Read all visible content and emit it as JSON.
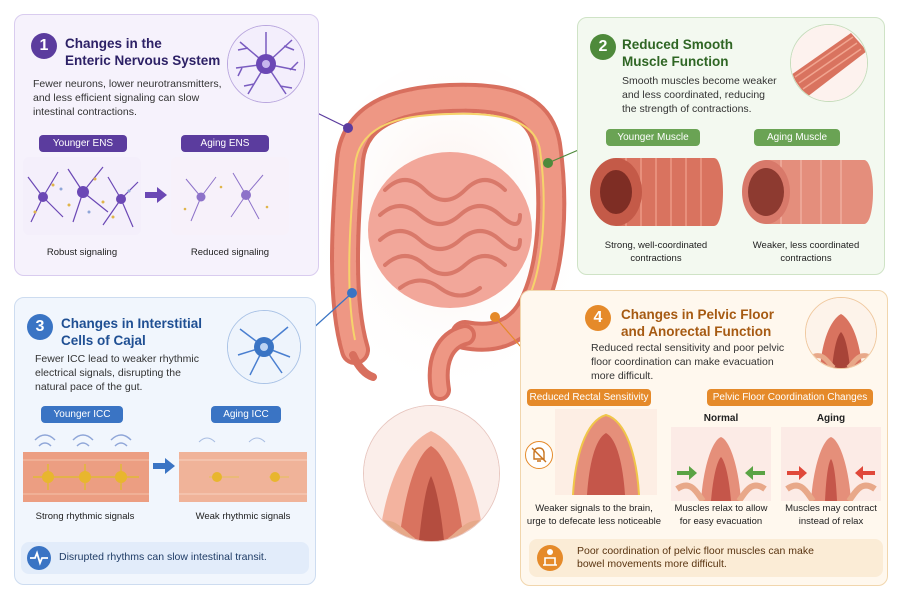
{
  "panel1": {
    "number": "1",
    "title_line1": "Changes in the",
    "title_line2": "Enteric Nervous System",
    "desc_line1": "Fewer neurons, lower neurotransmitters,",
    "desc_line2": "and less efficient signaling can slow",
    "desc_line3": "intestinal contractions.",
    "left_label": "Younger ENS",
    "right_label": "Aging ENS",
    "left_caption": "Robust signaling",
    "right_caption": "Reduced signaling",
    "accent": "#5b3c9e"
  },
  "panel2": {
    "number": "2",
    "title_line1": "Reduced Smooth",
    "title_line2": "Muscle Function",
    "desc_line1": "Smooth muscles become weaker",
    "desc_line2": "and less coordinated, reducing",
    "desc_line3": "the strength of contractions.",
    "left_label": "Younger Muscle",
    "right_label": "Aging Muscle",
    "left_caption_line1": "Strong, well-coordinated",
    "left_caption_line2": "contractions",
    "right_caption_line1": "Weaker, less coordinated",
    "right_caption_line2": "contractions",
    "accent": "#4e8a3b"
  },
  "panel3": {
    "number": "3",
    "title_line1": "Changes in Interstitial",
    "title_line2": "Cells of Cajal",
    "desc_line1": "Fewer ICC lead to weaker rhythmic",
    "desc_line2": "electrical signals, disrupting the",
    "desc_line3": "natural pace of the gut.",
    "left_label": "Younger ICC",
    "right_label": "Aging ICC",
    "left_caption": "Strong rhythmic signals",
    "right_caption": "Weak rhythmic signals",
    "footer": "Disrupted rhythms can slow intestinal transit.",
    "accent": "#3a74c4"
  },
  "panel4": {
    "number": "4",
    "title_line1": "Changes in Pelvic Floor",
    "title_line2": "and Anorectal Function",
    "desc_line1": "Reduced rectal sensitivity and poor pelvic",
    "desc_line2": "floor coordination can make evacuation",
    "desc_line3": "more difficult.",
    "sensitivity_label": "Reduced Rectal Sensitivity",
    "coordination_label": "Pelvic Floor Coordination Changes",
    "normal_label": "Normal",
    "aging_label": "Aging",
    "sensitivity_caption_line1": "Weaker signals to the brain,",
    "sensitivity_caption_line2": "urge to defecate less noticeable",
    "normal_caption_line1": "Muscles relax to allow",
    "normal_caption_line2": "for easy evacuation",
    "aging_caption_line1": "Muscles may contract",
    "aging_caption_line2": "instead of relax",
    "footer_line1": "Poor coordination of pelvic floor muscles can make",
    "footer_line2": "bowel movements more difficult.",
    "accent": "#e58a2a"
  }
}
